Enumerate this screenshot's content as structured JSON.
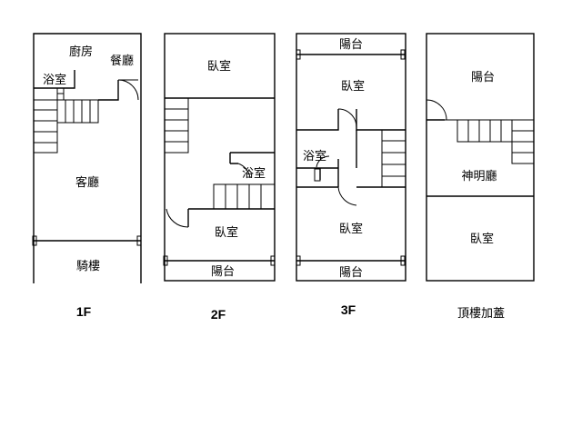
{
  "floors": [
    {
      "label": "1F",
      "rooms": [
        "廚房",
        "餐廳",
        "浴室",
        "客廳",
        "騎樓"
      ]
    },
    {
      "label": "2F",
      "rooms": [
        "臥室",
        "浴室",
        "臥室",
        "陽台"
      ]
    },
    {
      "label": "3F",
      "rooms": [
        "陽台",
        "臥室",
        "浴室",
        "臥室",
        "陽台"
      ]
    },
    {
      "label": "頂樓加蓋",
      "rooms": [
        "陽台",
        "神明廳",
        "臥室"
      ]
    }
  ]
}
